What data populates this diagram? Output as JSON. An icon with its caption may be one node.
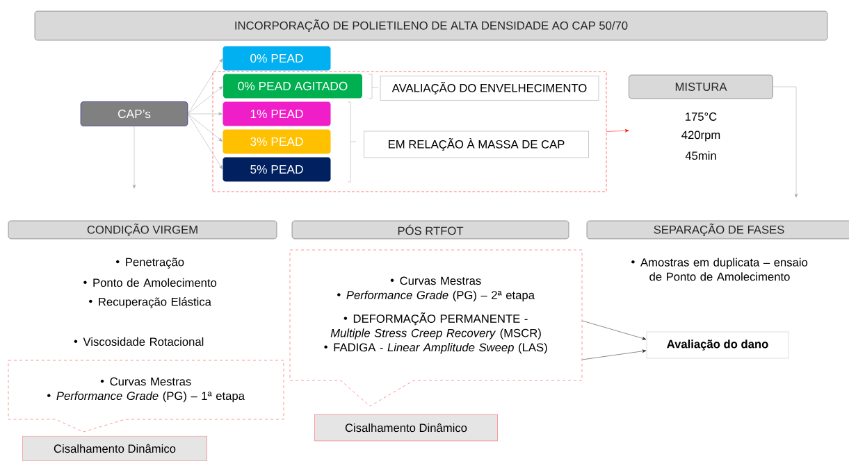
{
  "diagram": {
    "nodes": [
      {
        "text": [
          "INCORPORAÇÃO DE POLIETILENO DE ALTA DENSIDADE AO CAP 50/70"
        ]
      },
      {
        "text": [
          "CAP’s"
        ]
      },
      {
        "text": [
          "0% PEAD"
        ]
      },
      {
        "text": [],
        "shape": "box"
      },
      {
        "text": [
          "0% PEAD AGITADO"
        ],
        "in": 3
      },
      {
        "text": [
          "1% PEAD"
        ],
        "in": 3
      },
      {
        "text": [
          "3% PEAD"
        ],
        "in": 3
      },
      {
        "text": [
          "5% PEAD"
        ],
        "in": 3
      },
      {
        "text": [
          "AVALIAÇÃO DO ENVELHECIMENTO"
        ],
        "in": 3
      },
      {
        "text": [
          "EM RELAÇÃO À MASSA DE CAP"
        ],
        "in": 3
      },
      {
        "text": [
          "MISTURA"
        ],
        "beside": [
          "175°C",
          "420rpm",
          "45min"
        ]
      },
      {
        "text": [
          "CONDIÇÃO VIRGEM"
        ]
      },
      {
        "text": [
          "PÓS RTFOT"
        ]
      },
      {
        "text": [
          "SEPARAÇÃO DE FASES"
        ]
      },
      {
        "text": [
          "Curvas Mestras",
          "*Performance Grade* (PG) – 1ª etapa"
        ]
      },
      {
        "text": [
          "Cisalhamento Dinâmico"
        ]
      },
      {
        "text": [
          "Curvas Mestras",
          "*Performance Grade* (PG) – 2ª etapa",
          "DEFORMAÇÃO PERMANENTE - *Multiple Stress Creep Recovery* (MSCR)",
          "FADIGA - *Linear Amplitude Sweep* (LAS)"
        ]
      },
      {
        "text": [
          "Cisalhamento Dinâmico"
        ]
      },
      {
        "text": [
          "Avaliação do dano"
        ]
      }
    ],
    "edges": [
      {
        "from": 1,
        "to": 2,
        "arrow": "to"
      },
      {
        "from": 1,
        "to": 4,
        "arrow": "to"
      },
      {
        "from": 1,
        "to": 5,
        "arrow": "to"
      },
      {
        "from": 1,
        "to": 6,
        "arrow": "to"
      },
      {
        "from": 1,
        "to": 7,
        "arrow": "to"
      },
      {
        "from": 1,
        "to": null,
        "arrow": "to"
      },
      {
        "from": 3,
        "to": null,
        "arrow": "to",
        "color": "#ff0000"
      },
      {
        "from": 10,
        "to": null,
        "arrow": "to"
      },
      {
        "from": 16,
        "to": 18,
        "arrow": "to",
        "color": "#262626"
      },
      {
        "from": 16,
        "to": 18,
        "arrow": "to",
        "color": "#262626"
      }
    ],
    "labels": [
      "Penetração",
      "Ponto de Amolecimento",
      "Recuperação Elástica",
      "Viscosidade Rotacional",
      "Amostras em duplicata – ensaio de Ponto de Amolecimento"
    ]
  }
}
